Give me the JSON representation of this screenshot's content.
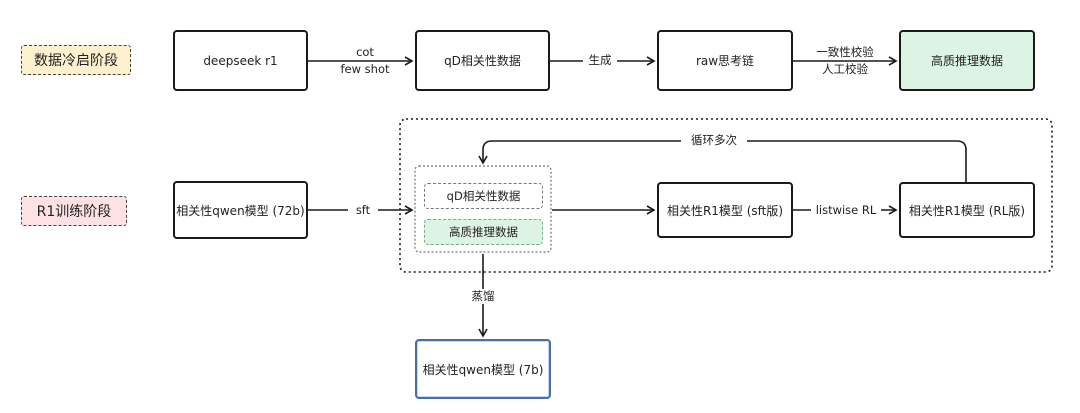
{
  "stages": {
    "cold_start": "数据冷启阶段",
    "r1_training": "R1训练阶段"
  },
  "nodes": {
    "deepseek": "deepseek r1",
    "qd_data": "qD相关性数据",
    "raw_chain": "raw思考链",
    "hq_data": "高质推理数据",
    "qwen72": "相关性qwen模型 (72b)",
    "inner_qd": "qD相关性数据",
    "inner_hq": "高质推理数据",
    "r1_sft": "相关性R1模型 (sft版)",
    "r1_rl": "相关性R1模型 (RL版)",
    "qwen7": "相关性qwen模型 (7b)"
  },
  "edges": {
    "cot": "cot",
    "few_shot": "few shot",
    "generate": "生成",
    "consistency": "一致性校验",
    "manual": "人工校验",
    "sft": "sft",
    "listwise": "listwise RL",
    "loop": "循环多次",
    "distill": "蒸馏"
  },
  "colors": {
    "stage_cold_fill": "#fdf0cc",
    "stage_r1_fill": "#fde1e4",
    "highlight_green": "#ddf3e4",
    "target_border": "#4a6ea8"
  }
}
